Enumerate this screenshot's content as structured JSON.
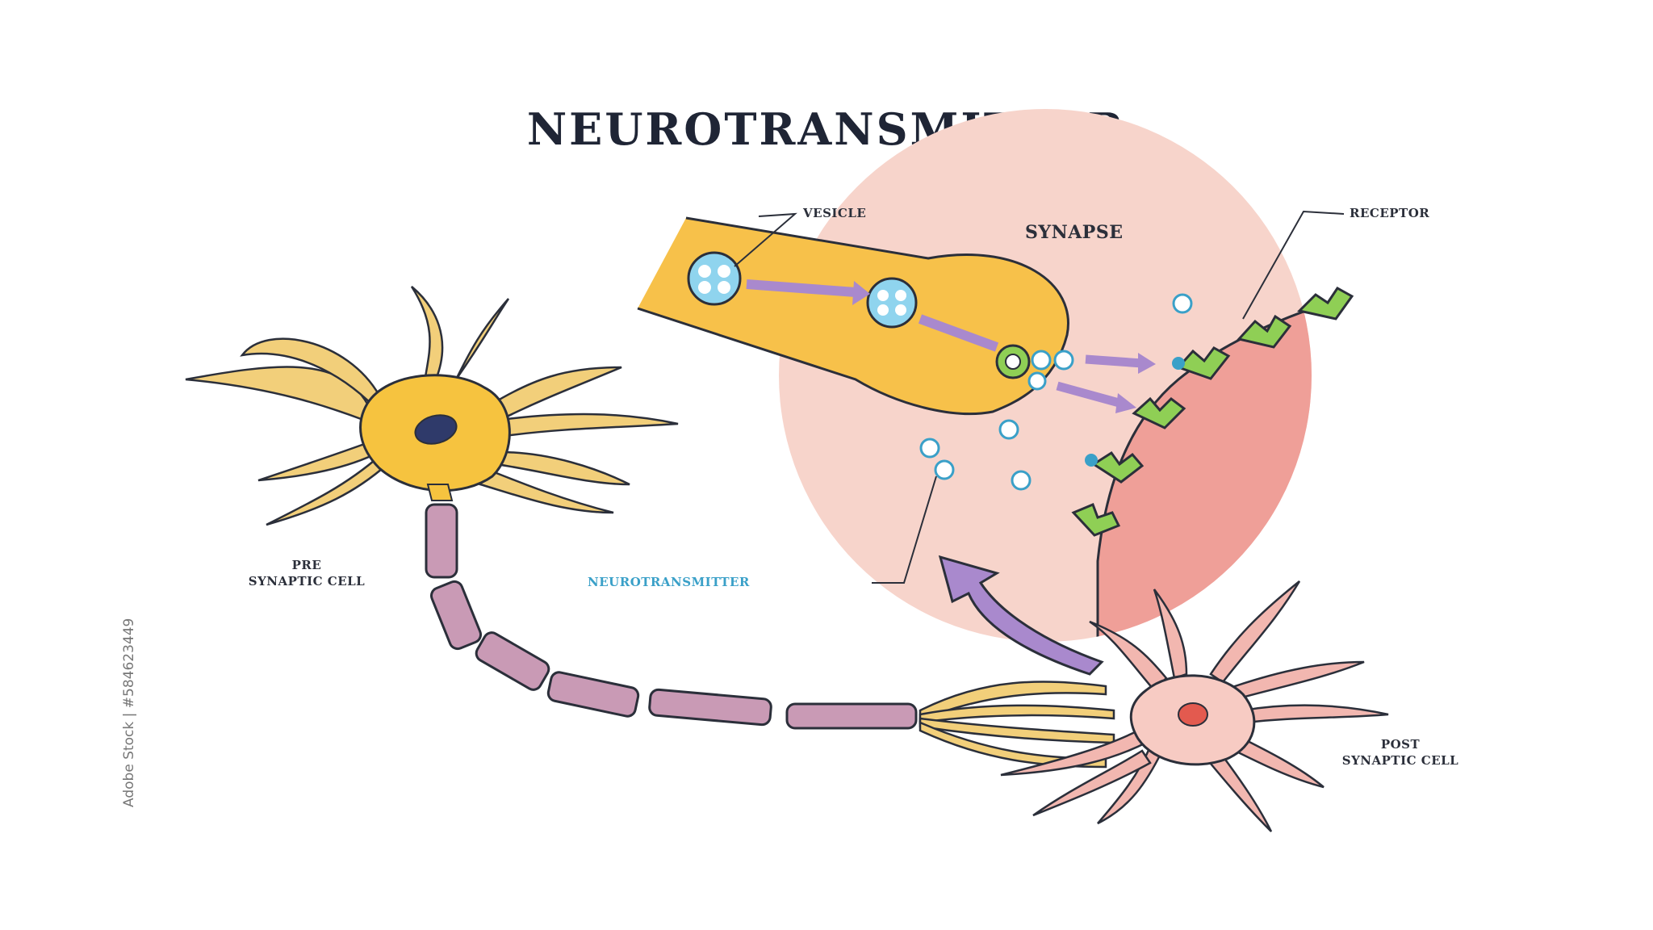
{
  "title": "NEUROTRANSMITTER",
  "labels": {
    "vesicle": "VESICLE",
    "synapse": "SYNAPSE",
    "receptor": "RECEPTOR",
    "neurotransmitter": "NEUROTRANSMITTER",
    "pre_synaptic_line1": "PRE",
    "pre_synaptic_line2": "SYNAPTIC CELL",
    "post_synaptic_line1": "POST",
    "post_synaptic_line2": "SYNAPTIC CELL"
  },
  "watermark": "Adobe Stock | #584623449",
  "colors": {
    "axon_terminal": "#f7c14a",
    "pre_cell_body": "#f6c33f",
    "synapse_bg": "#f7d4cb",
    "post_membrane": "#ef9f98",
    "axon_segment": "#c99ab5",
    "receptor": "#8fcf55",
    "vesicle": "#8fd4ee",
    "arrow": "#a989cd",
    "outline": "#2b2f3a"
  },
  "icons": {
    "pre_synaptic_cell": "neuron-icon",
    "post_synaptic_cell": "neuron-icon",
    "zoom_arrow": "curved-arrow-icon"
  }
}
